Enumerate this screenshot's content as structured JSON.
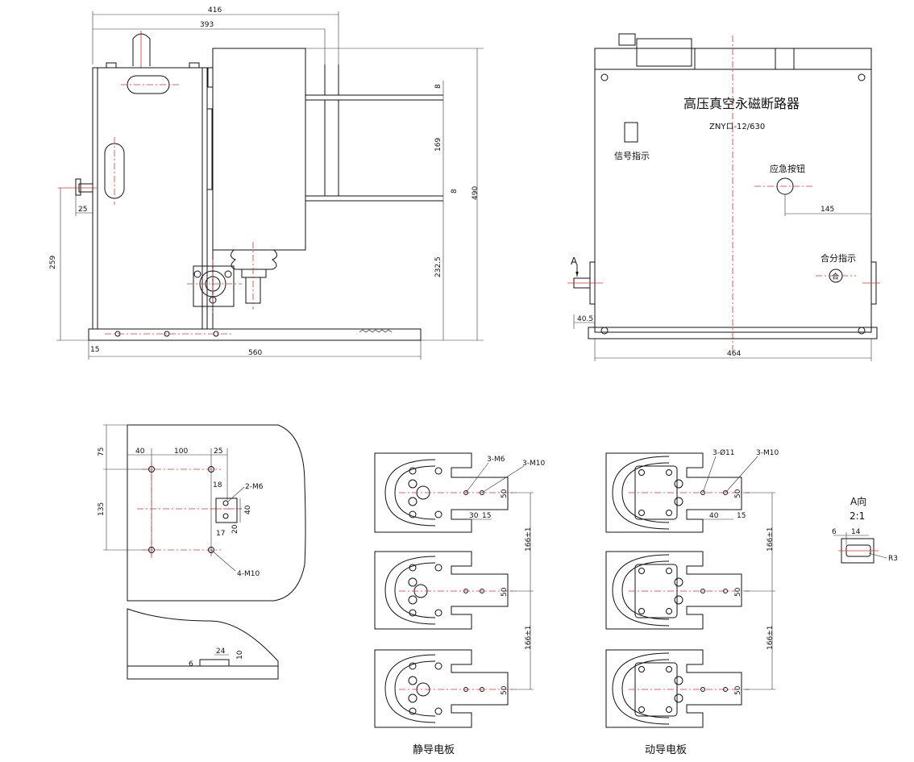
{
  "colors": {
    "line": "#111111",
    "centerline": "#e03030",
    "background": "#ffffff"
  },
  "side_view": {
    "dims": {
      "w416": "416",
      "w393": "393",
      "d8a": "8",
      "d169": "169",
      "d8b": "8",
      "d490": "490",
      "d232": "232.5",
      "d25": "25",
      "d259": "259",
      "d15": "15",
      "d560": "560"
    }
  },
  "front_view": {
    "title": "高压真空永磁断路器",
    "model": "ZNYロ-12/630",
    "signal_label": "信号指示",
    "emergency_label": "应急按钮",
    "onoff_label": "合分指示",
    "onoff_mark": "合",
    "arrow_label": "A",
    "dims": {
      "d145": "145",
      "d40_5": "40.5",
      "d464": "464"
    }
  },
  "mount_view": {
    "dims": {
      "d75": "75",
      "d40": "40",
      "d100": "100",
      "d25": "25",
      "d18": "18",
      "m6": "2-M6",
      "d135": "135",
      "d40b": "40",
      "d20": "20",
      "d17": "17",
      "m10": "4-M10",
      "d24": "24",
      "d10": "10",
      "d6": "6"
    }
  },
  "static_plate": {
    "caption": "静导电板",
    "dims": {
      "m6": "3-M6",
      "m10": "3-M10",
      "d50a": "50",
      "d30": "30",
      "d15": "15",
      "d166a": "166±1",
      "d50b": "50",
      "d166b": "166±1",
      "d50c": "50"
    }
  },
  "moving_plate": {
    "caption": "动导电板",
    "dims": {
      "o11": "3-Ø11",
      "m10": "3-M10",
      "d50a": "50",
      "d40": "40",
      "d15": "15",
      "d166a": "166±1",
      "d50b": "50",
      "d166b": "166±1",
      "d50c": "50"
    }
  },
  "a_view": {
    "title": "A向",
    "scale": "2:1",
    "dims": {
      "d6": "6",
      "d14": "14",
      "r3": "R3"
    }
  }
}
